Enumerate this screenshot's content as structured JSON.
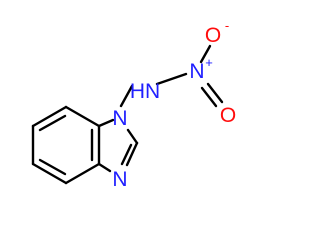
{
  "molecule": {
    "labels": {
      "n1": "N",
      "n3": "N",
      "amine_n": "HN",
      "nitro_n": "N",
      "nitro_n_charge": "+",
      "o_top": "O",
      "o_top_charge": "-",
      "o_right": "O"
    },
    "colors": {
      "bond": "#000000",
      "nitrogen": "#2020ff",
      "oxygen": "#ff0d0d"
    }
  }
}
